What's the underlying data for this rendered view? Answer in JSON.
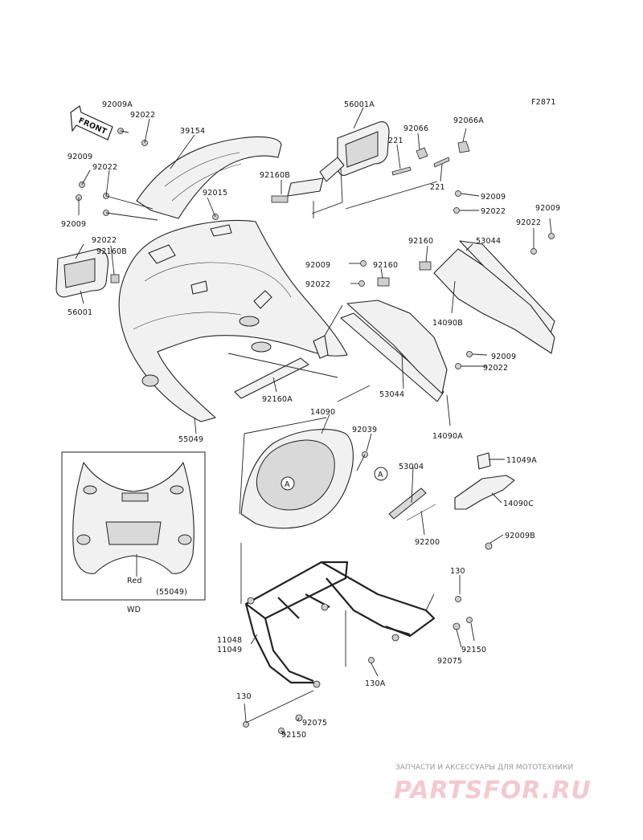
{
  "figure_code": "F2871",
  "front_label": "FRONT",
  "labels": {
    "l_92009A": "92009A",
    "l_92022_a": "92022",
    "l_39154": "39154",
    "l_92009_a": "92009",
    "l_92022_b": "92022",
    "l_92015": "92015",
    "l_92009_b": "92009",
    "l_92022_c": "92022",
    "l_92160B_a": "92160B",
    "l_56001": "56001",
    "l_56001A": "56001A",
    "l_92066": "92066",
    "l_92066A": "92066A",
    "l_221_a": "221",
    "l_221_b": "221",
    "l_92160B_b": "92160B",
    "l_92009_c": "92009",
    "l_92022_d": "92022",
    "l_92009_d": "92009",
    "l_92022_e": "92022",
    "l_92160_a": "92160",
    "l_53044_a": "53044",
    "l_92009_e": "92009",
    "l_92160_b": "92160",
    "l_92022_f": "92022",
    "l_14090B": "14090B",
    "l_92009_f": "92009",
    "l_92022_g": "92022",
    "l_53044_b": "53044",
    "l_92160A": "92160A",
    "l_55049": "55049",
    "l_14090A": "14090A",
    "l_14090": "14090",
    "l_92039": "92039",
    "l_53004": "53004",
    "l_11049A": "11049A",
    "l_14090C": "14090C",
    "l_92200": "92200",
    "l_92009B": "92009B",
    "l_130_a": "130",
    "l_92150_a": "92150",
    "l_92075_a": "92075",
    "l_11048": "11048",
    "l_11049": "11049",
    "l_130A": "130A",
    "l_130_b": "130",
    "l_92075_b": "92075",
    "l_92150_b": "92150",
    "l_A1": "A",
    "l_A2": "A"
  },
  "inset": {
    "label_red": "Red",
    "label_part": "(55049)",
    "caption": "WD"
  },
  "watermark": {
    "line1": "ЗАПЧАСТИ И АКСЕССУАРЫ ДЛЯ МОТОТЕХНИКИ",
    "line2": "PARTSFOR.RU",
    "color": "#f4c9cf"
  }
}
